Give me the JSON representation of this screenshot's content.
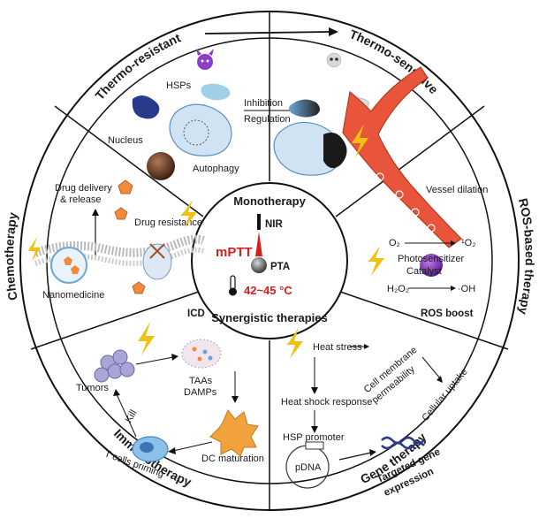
{
  "ring": {
    "top_left": "Thermo-resistant",
    "top_right": "Thermo-sensitive",
    "right": "ROS-based therapy",
    "left": "Chemotherapy",
    "bottom_left": "Immunotherapy",
    "bottom_right": "Gene therapy"
  },
  "center": {
    "title": "Monotherapy",
    "nir": "NIR",
    "mptt": "mPTT",
    "pta": "PTA",
    "temp": "42~45 °C",
    "synergy": "Synergistic therapies"
  },
  "thermo": {
    "hsps": "HSPs",
    "inhibition": "Inhibition",
    "regulation": "Regulation",
    "autophagy": "Autophagy"
  },
  "chemo": {
    "nucleus": "Nucleus",
    "delivery_1": "Drug delivery",
    "delivery_2": "& release",
    "resistance": "Drug resistance",
    "nanomedicine": "Nanomedicine"
  },
  "ros": {
    "vessel": "Vessel dilation",
    "o2": "O₂",
    "singlet": "¹O₂",
    "photosensitizer": "Photosensitizer",
    "catalyst": "Catalyst",
    "h2o2": "H₂O₂",
    "oh": "·OH",
    "boost": "ROS boost"
  },
  "immuno": {
    "icd": "ICD",
    "taas": "TAAs",
    "damps": "DAMPs",
    "tumors": "Tumors",
    "kill": "Kill",
    "dc": "DC maturation",
    "tcells": "T cells priming"
  },
  "gene": {
    "heat_stress": "Heat stress",
    "membrane_1": "Cell membrane",
    "membrane_2": "permeability",
    "uptake": "Cellular uptake",
    "shock": "Heat shock response",
    "promoter": "HSP promoter",
    "pdna": "pDNA",
    "targeted_1": "Targeted gene",
    "targeted_2": "expression"
  },
  "colors": {
    "center_red": "#d4201c",
    "vessel": "#e8553a",
    "blue_cell": "#6aa6d6",
    "purple": "#7a3fb0",
    "orange": "#f08a3c",
    "yellow": "#f2c012"
  }
}
